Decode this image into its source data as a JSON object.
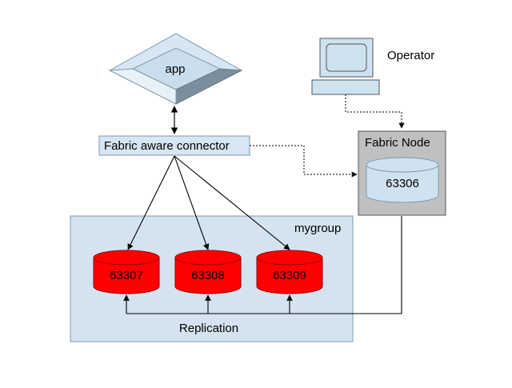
{
  "nodes": {
    "app": {
      "label": "app"
    },
    "operator": {
      "label": "Operator"
    },
    "connector": {
      "label": "Fabric aware connector"
    },
    "fabric_node": {
      "label": "Fabric Node",
      "db_label": "63306"
    },
    "group": {
      "label": "mygroup",
      "databases": [
        {
          "label": "63307"
        },
        {
          "label": "63308"
        },
        {
          "label": "63309"
        }
      ],
      "replication_label": "Replication"
    }
  },
  "colors": {
    "light_blue": "#cfe2ef",
    "group_fill": "#d4e3ef",
    "fabric_fill": "#c0c0c0",
    "db_red": "#ff0000",
    "border": "#7f9ab0"
  }
}
